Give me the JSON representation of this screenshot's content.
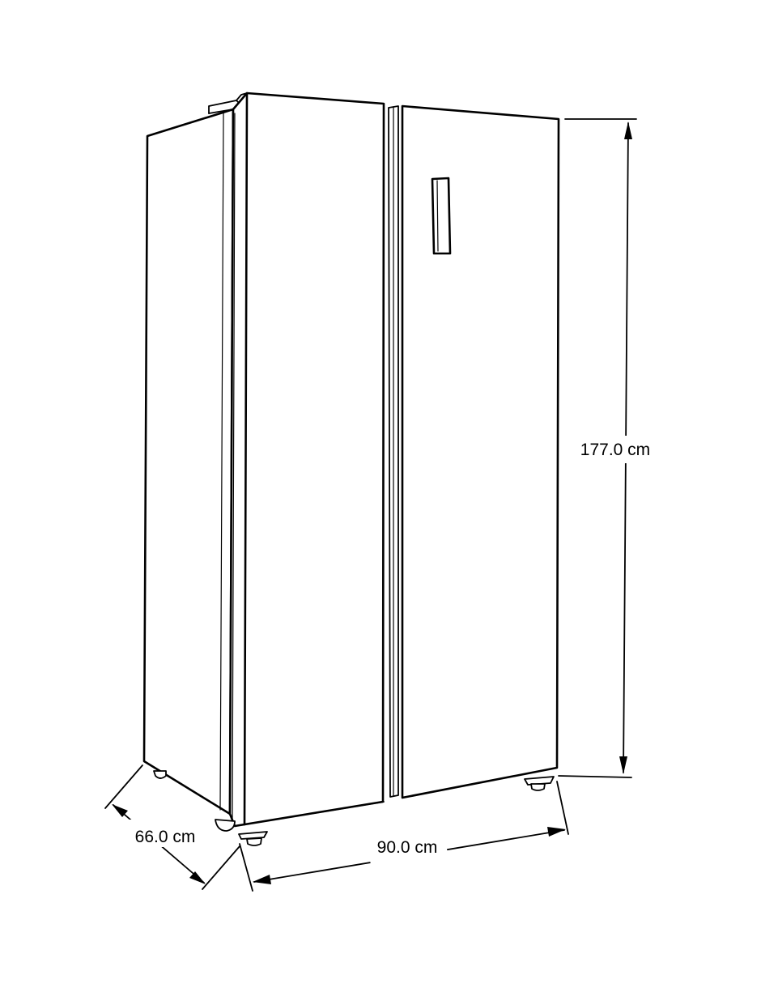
{
  "dimensions": {
    "height_label": "177.0 cm",
    "width_label": "90.0 cm",
    "depth_label": "66.0 cm"
  },
  "colors": {
    "line": "#000000",
    "background": "#ffffff"
  }
}
